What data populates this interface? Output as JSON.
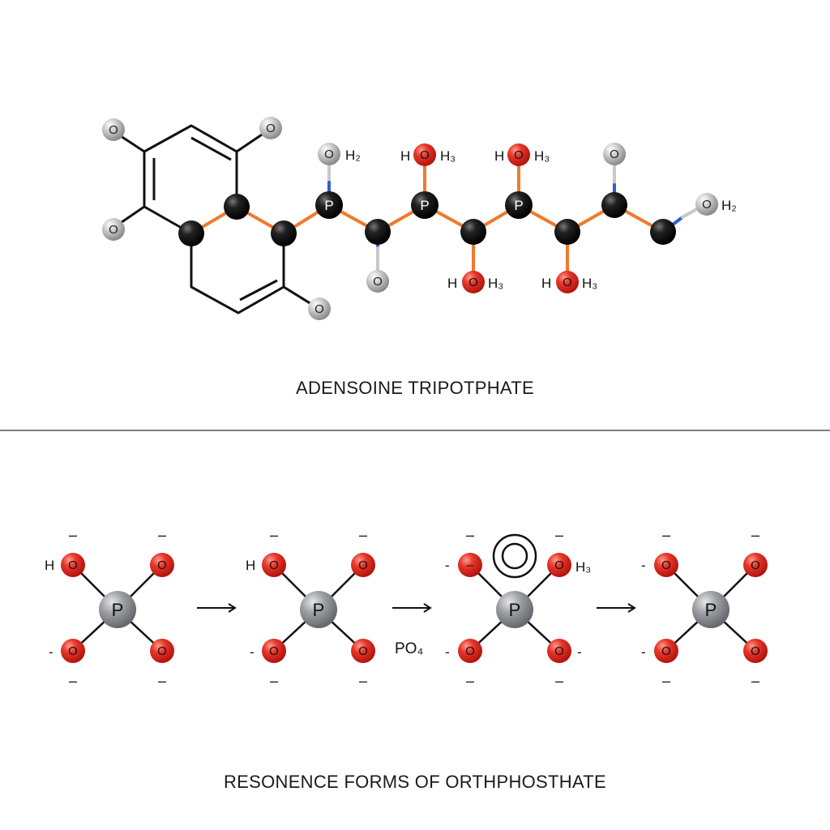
{
  "colors": {
    "carbon": "#111111",
    "oxygen_red": "#e03a2f",
    "hydroxyl_grey": "#b5b5b5",
    "phosphorus_grey": "#8f9196",
    "bond_orange": "#f07a2a",
    "bond_blue": "#2f5fd6",
    "ring_line": "#111111"
  },
  "top_panel": {
    "caption": "ADENSOINE TRIPOTPHATE",
    "ring_o_labels": [
      "O",
      "O",
      "O",
      "O"
    ],
    "chain_p_labels": [
      "P",
      "P",
      "P"
    ],
    "labels": {
      "oh2_a_o": "O",
      "oh2_a_h": "H₂",
      "oh3_a_h": "H",
      "oh3_a_o": "O",
      "oh3_a_sub": "H₃",
      "oh3_b_o": "O",
      "oh3_b_sub": "H₃",
      "o_top_end": "O",
      "oh2_end_o": "O",
      "oh2_end_sub": "H₂",
      "o_below_c1": "O",
      "oh3_c_h": "H",
      "oh3_c_o": "O",
      "oh3_c_sub": "H₃",
      "oh3_d_h": "H",
      "oh3_d_o": "O",
      "oh3_d_sub": "H₃"
    }
  },
  "bottom_panel": {
    "caption": "RESONENCE FORMS OF ORTHPHOSTHATE",
    "arrow_label": "PO₄",
    "forms": [
      {
        "p": "P",
        "o": [
          "O",
          "O",
          "O",
          "O"
        ],
        "h_left": "H",
        "minus_left": "-"
      },
      {
        "p": "P",
        "o": [
          "O",
          "O",
          "O",
          "O"
        ],
        "h_left": "H",
        "minus_left": "-"
      },
      {
        "p": "P",
        "o": [
          "–",
          "O",
          "O",
          "O"
        ],
        "sub_right": "H₃",
        "minus_left_top": "-",
        "minus_left": "-",
        "minus_right": "-"
      },
      {
        "p": "P",
        "o": [
          "O",
          "O",
          "O",
          "O"
        ],
        "minus_left_top": "-",
        "minus_left": "-"
      }
    ],
    "charge_mark": "–"
  }
}
